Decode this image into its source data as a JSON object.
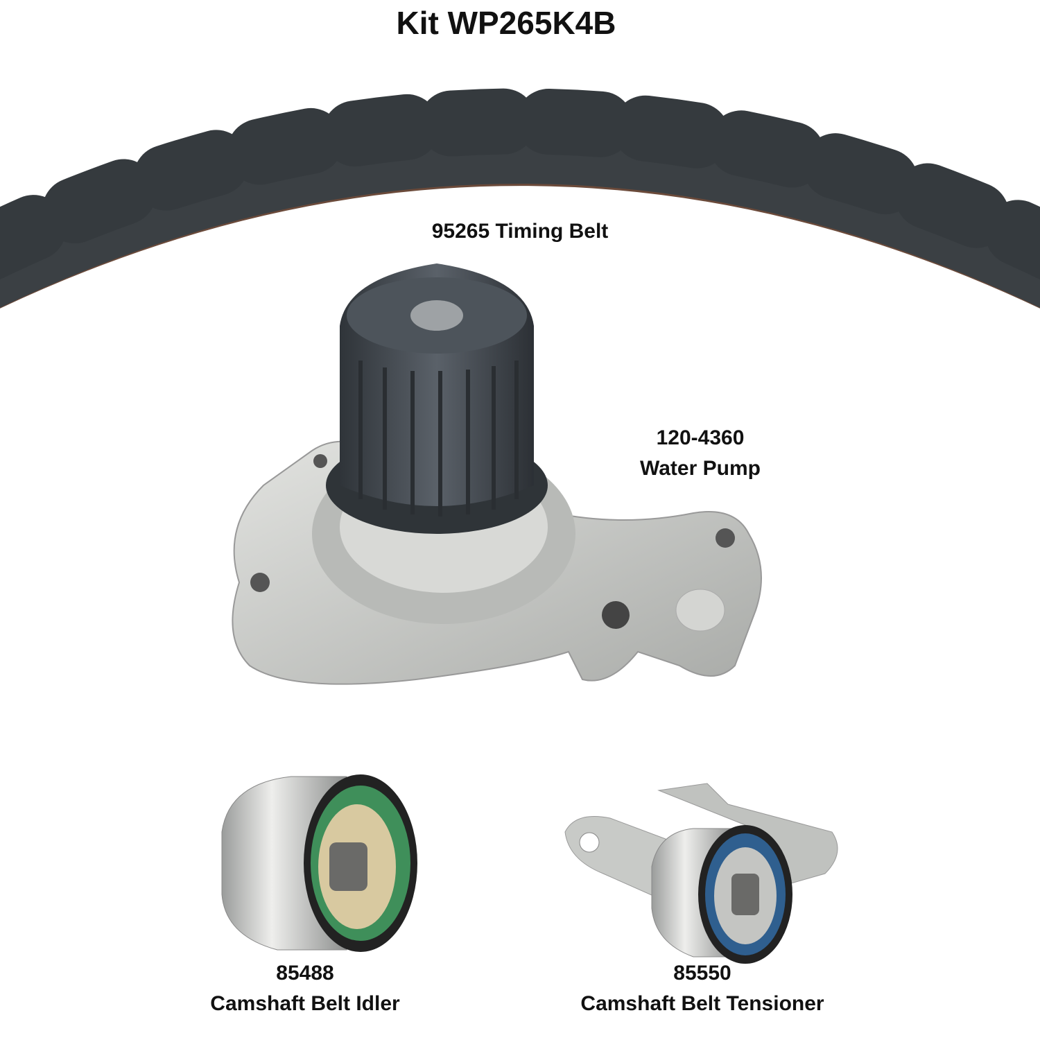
{
  "title": "Kit WP265K4B",
  "parts": [
    {
      "number": "95265",
      "name": "Timing Belt",
      "label": "95265 Timing Belt"
    },
    {
      "number": "120-4360",
      "name": "Water Pump"
    },
    {
      "number": "85488",
      "name": "Camshaft Belt Idler"
    },
    {
      "number": "85550",
      "name": "Camshaft Belt Tensioner"
    }
  ],
  "colors": {
    "belt": "#3b4044",
    "belt_edge": "#6b4a3a",
    "housing": "#c9cbc8",
    "gear": "#454b52",
    "seal_green": "#3f8f5a",
    "seal_blue": "#2f5f8f"
  }
}
